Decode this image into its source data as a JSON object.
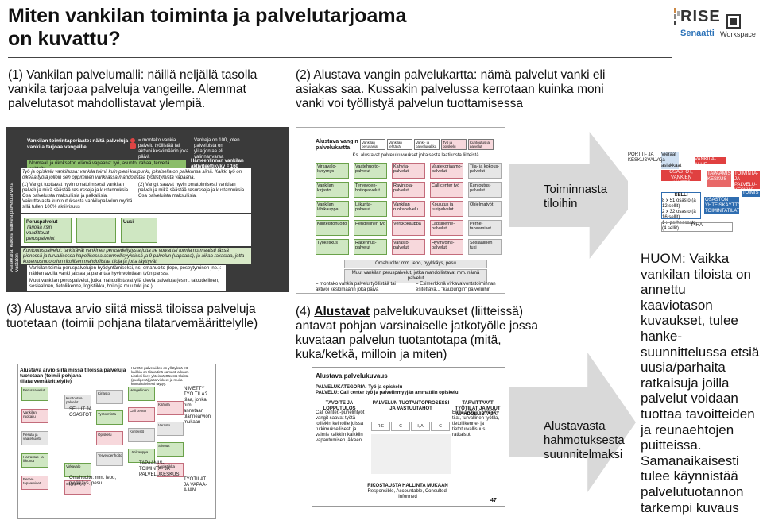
{
  "header": {
    "title": "Miten vankilan toiminta ja palvelutarjoama on kuvattu?",
    "logo_rise": "RISE",
    "logo_senaatti": "Senaatti",
    "logo_workspace": "Workspace"
  },
  "captions": {
    "c1": "(1) Vankilan palvelumalli: näillä neljällä tasolla vankila tarjoaa palveluja vangeille. Alemmat palvelutasot mahdollistavat ylempiä.",
    "c2": "(2) Alustava vangin palvelukartta: nämä palvelut vanki eli asiakas saa. Kussakin palvelussa kerrotaan kuinka moni vanki voi työllistyä palvelun tuottamisessa",
    "c3": "(3) Alustava arvio siitä missä tiloissa palveluja tuotetaan (toimii pohjana tilatarvemäärittelylle)",
    "c4_prefix": "(4) ",
    "c4_bold": "Alustavat",
    "c4_rest": " palvelukuvaukset (liitteissä) antavat pohjan varsinaiselle jatkotyölle jossa kuvataan palvelun tuotantotapa (mitä, kuka/ketkä, milloin ja miten)"
  },
  "arrows": {
    "right_top": "Toiminnasta tiloihin",
    "right_bottom": "Alustavasta hahmotuksesta suunnitelmaksi"
  },
  "note": "HUOM: Vaikka vankilan tiloista on annettu kaaviotason kuvaukset, tulee hanke-suunnittelussa etsiä uusia/parhaita ratkaisuja joilla palvelut voidaan tuottaa tavoitteiden ja reunaehtojen puitteissa. Samanaikaisesti tulee käynnistää palvelutuotannon tarkempi kuvaus",
  "panel1": {
    "title": "Vankilan toimintaperiaate: näitä palveluja vankila tarjoaa vangeille",
    "legend": "= montako vankia palvelu työllistää tai aktivoi keskimäärin joka päivä",
    "count_note": "Vankeja on 100, joten palveluista on ylitarjontaa eli valinnanvaraa",
    "capacity": "Hämeenlinnan vankilan aktiviteettikyky = 160",
    "banner": "Normaali ja rikokseton elämä vapaana: työ, asunto, rahaa, terveitä suhteita...",
    "side_label": "Asiakkaita: kaikkia vankeja palvelutarvetta vastaten",
    "work_text": "Työ ja opiskelu vankilassa: vankila toimii kuin pieni kaupunki, jokaisella on paikkansa siinä. Kaikki työ on oikeaa työtä jolloin sen oppiminen vankilassa mahdollistaa työllistymistä vapaana.",
    "p1": "(1) Vangit tuottavat hyvin omatoimisesti vankilan palveluja mikä säästää resursseja ja kustannuksia. Osa palveluista maksullisia ja palkallisia. Vaikuttavasta kuntoutuksesta vankilapalvelun myötä sillä tullen 100% aktiivisuus",
    "p2": "(2) Vangit saavat hyvin omatoimisesti vankilan palveluja mikä säästää resursseja ja kustannuksia. Osa palveluista maksullisia.",
    "peruspalvelut": "Peruspalvelut",
    "vihtyvyys": "Tarjoaa itsin vaadittavat peruspalvelut",
    "uusi": "Uusi",
    "kuntoutus": "Kuntoutuspalvelut: tarkittävät vankinen perusedellytysta jotta he voivat tai toimia normaalisti tässä pienessä ja turvallisessa hapollisessa asunnollisyyksissä ja 9 palvelun (vapaana), ja aikaa rakastaa, jotta kokemusmuotoihin rikollisen mahdollistaa tiloja ja jotta täyttyvät",
    "footer1": "Vankilan toimia peruspalvelujen hyödyntämiseksi, ns. omahuolto (lepo, peseytyminen jne.): näiden avulla vanki jaksaa ja parantaa hyvinvointiaan työn parissa",
    "footer2": "Muut vankilan peruspalvelut, jotka mahdollistavat yllä olevia palveluja (esim. taloudellinen, sosiaalinen, tietoliikenne, logistiikka, hoito ja muu tuki jne.)"
  },
  "panel2": {
    "title": "Alustava vangin palvelukartta",
    "subtitle": "Ks. alustavat palvelukuvaukset jokaisesta laatikosta liitteistä",
    "row1": [
      "Vankilan perusasiat",
      "Vankilan tehtävä",
      "Vanki- ja palvelupakka",
      "Työ ja opiskelu",
      "Kuntoutus ja palvelut"
    ],
    "services": [
      "Virkavalo-kysymys",
      "Vaatehuolto-palvelut",
      "Kahvila-palvelut",
      "Vaatekorjaamo-palvelut",
      "Tila- ja kokous-palvelut",
      "Vankilan kirjasto",
      "Terveyden-hoitopalvelut",
      "Ravintola-palvelut",
      "Call center työ",
      "Kuntoutus-palvelut",
      "Vankilan lähikauppa",
      "Liikunta-palvelut",
      "Vankilan ruokapalvelu",
      "Koulutus ja tukipalvelut",
      "Ohjelmatyöt",
      "Kiinteistöhuolto",
      "Hengellinen työ",
      "Verkkokauppa",
      "Lapsiperhe-palvelut",
      "Perhe-tapaamiset",
      "Työkeskus",
      "Rakennus-palvelut",
      "Varasto-palvelut",
      "Hyvinvointi-palvelut",
      "Sosiaalinen tuki"
    ],
    "foot1": "Omahuolto: mm. lepo, pyykkäys, pesu",
    "foot2": "Muut vankilan peruspalvelut, jotka mahdollistavat mm. nämä palvelut",
    "legend_left": "= montako vankia palvelu työllistää tai aktivoi keskimäärin joka päivä",
    "legend_right": "= Esimerkkinä virkavalvontatoiminnan esitettävä... \"kaupungin\" palveluihin"
  },
  "panel3": {
    "title": "Alustava arvio siitä missä tiloissa palveluja tuotetaan (toimii pohjana tilatarvemäärittelylle)",
    "huom": "HUOM: palveluiden on yllätyksiä ett kaikkia on tilavaltinä oamasti alkuun. Lisäksi likey yhteiskäyttävistä tiloista (puolipesä) ja tarvikkeet ja muita kumulatiivisesti täytyy.",
    "nimetty": "NIMETTY TYÖ TILA? tilaa, jonka nimi annetaan tilannearvion mukaan",
    "omahuolto": "Omahuolto: mm. lepo, pyykkäys, pesu",
    "sellit": "SELLIT JA OSASTOT",
    "tapaamis": "TAPAAMIS-, TOIMINTA- JA PALVELUKESKUS",
    "tyotilat": "TYÖTILAT JA VAPAA-AJAN",
    "boxes": [
      "Peruspalvelut",
      "Vankilan ruokailu",
      "Pesula ja vaatehuolto",
      "Harrastus- ja liikunta",
      "Perhe-tapaamiset",
      "Kuntoutus-palvelut",
      "Virkavalo",
      "Ohjelmatyö",
      "Kirjasto",
      "Työtoiminta",
      "Opiskelu",
      "Terveydenhoito",
      "Hengellinen",
      "Call center",
      "Kiinteistö",
      "Lähikauppa",
      "Kahvila",
      "Varasto",
      "Siivous",
      "Logistiikka"
    ]
  },
  "panel4": {
    "title": "Alustava palvelukuvaus",
    "kategoria": "PALVELUKATEGORIA: Työ ja opiskelu",
    "palvelu": "PALVELU: Call center työ ja palvelinmyyjän ammattiin opiskelu",
    "col1": "TAVOITE JA LOPPUTULOS",
    "col2": "PALVELUN TUOTANTOPROSESSI JA VASTUUTAHOT",
    "col3": "TARVITTAVAT TYÖTILAT JA MUUT MAHDOLLISTAJAT",
    "bullets1": "Call center/-puhelintyöt vangit saavat työtä joillekin keinoille joissa tutkimuksellisesti ja valmis kaikkiin kaikkiin vapautumisen jälkeen",
    "bullets3": "Erillis työtilan tyyliset tilat, turvallinen työtila, tietoliikenne- ja tietoturvallisuus ratkaisut",
    "rikoksen": "RIKOSTAUSTA HALLINTA MUKAAN",
    "rikoksen_sub": "Responsible, Accountable, Consulted, Informed",
    "footer_left": "",
    "page": "47",
    "raci": [
      "R E",
      "C",
      "I, A",
      "C"
    ]
  },
  "panel5": {
    "top_labels": [
      "PORTTI- JA KESKUSVALVONTA",
      "Vieraat ja asiakkaat",
      "VANKILA-ALUE"
    ],
    "boxes": [
      "OSASTOT, VANKIEN KÄYTTÖ",
      "TAPAAMIS-KESKUS",
      "TOIMINTA- JA PALVELU-KESKUS",
      "TOIMISTO",
      "OSASTON YHTEISKÄYTTÖISET TOIMINTATILAT"
    ],
    "selli_title": "SELLI",
    "selli_lines": [
      "8 x 51 osasto (à 12 sellit)",
      "2 x 32 osasto (à 16 sellit)",
      "1 x perheosasto (4 sellit)"
    ],
    "piha": "PIHA"
  }
}
